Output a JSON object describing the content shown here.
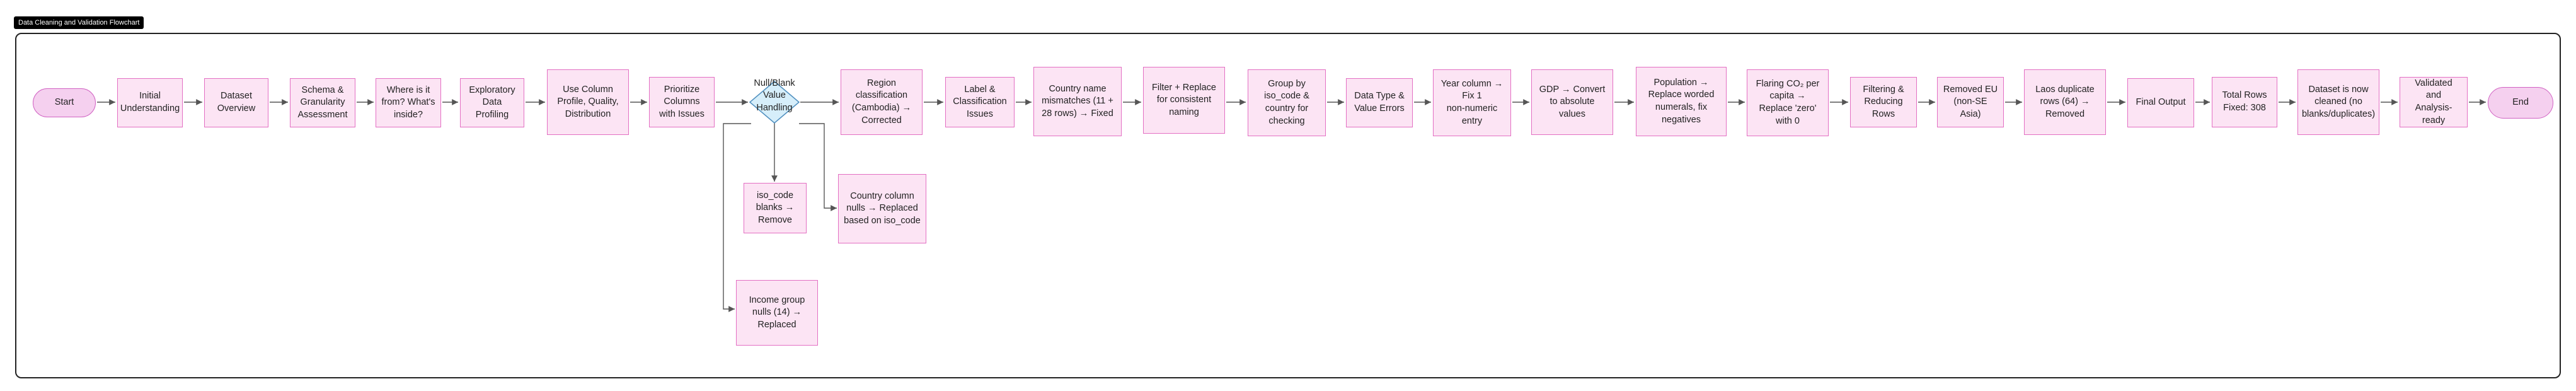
{
  "title": "Data Cleaning and Validation Flowchart",
  "colors": {
    "node_fill": "#fce4f4",
    "node_border": "#e36fc3",
    "terminal_fill": "#f5d0ef",
    "decision_fill": "#d6eefa",
    "decision_border": "#4f8fbf",
    "edge": "#555555"
  },
  "nodes": {
    "start": "Start",
    "initial": "Initial\nUnderstanding",
    "dataset_overview": "Dataset\nOverview",
    "schema": "Schema &\nGranularity\nAssessment",
    "where_from": "Where is it\nfrom? What's\ninside?",
    "eda": "Exploratory\nData\nProfiling",
    "column_profile": "Use Column\nProfile, Quality,\nDistribution",
    "prioritize": "Prioritize\nColumns\nwith Issues",
    "null_blank": "Null/Blank\nValue\nHandling",
    "region": "Region\nclassification\n(Cambodia) →\nCorrected",
    "label": "Label &\nClassification\nIssues",
    "country_mismatch": "Country name\nmismatches (11 +\n28 rows) → Fixed",
    "filter_replace": "Filter + Replace\nfor consistent\nnaming",
    "group_by": "Group by\niso_code &\ncountry for\nchecking",
    "data_type": "Data Type &\nValue Errors",
    "year_column": "Year column →\nFix 1\nnon-numeric\nentry",
    "gdp": "GDP → Convert\nto absolute\nvalues",
    "population": "Population →\nReplace worded\nnumerals, fix\nnegatives",
    "flaring": "Flaring CO₂ per\ncapita →\nReplace 'zero'\nwith 0",
    "filtering": "Filtering &\nReducing\nRows",
    "removed_eu": "Removed EU\n(non-SE\nAsia)",
    "laos": "Laos duplicate\nrows (64) →\nRemoved",
    "final_output": "Final Output",
    "total_rows": "Total Rows\nFixed: 308",
    "dataset_cleaned": "Dataset is now\ncleaned (no\nblanks/duplicates)",
    "validated": "Validated\nand\nAnalysis-ready",
    "end": "End",
    "iso_blanks": "iso_code\nblanks →\nRemove",
    "country_nulls": "Country column\nnulls → Replaced\nbased on iso_code",
    "income_nulls": "Income group\nnulls (14) →\nReplaced"
  }
}
